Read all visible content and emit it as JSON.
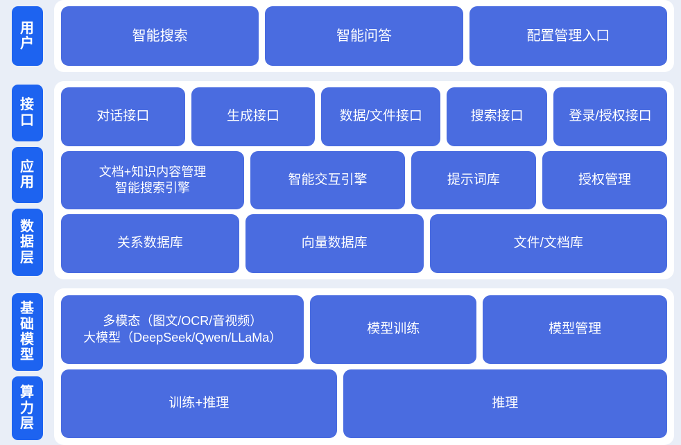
{
  "colors": {
    "background": "#e9eef7",
    "card": "#ffffff",
    "tag": "#1d63f0",
    "box": "#4a6ce0",
    "text": "#ffffff"
  },
  "bands": [
    {
      "id": "user",
      "tags": [
        {
          "name": "tag-user",
          "lines": [
            "用",
            "户"
          ]
        }
      ],
      "rows": [
        {
          "name": "user-entry-row",
          "boxes": [
            {
              "label": "智能搜索"
            },
            {
              "label": "智能问答"
            },
            {
              "label": "配置管理入口"
            }
          ]
        }
      ]
    },
    {
      "id": "platform",
      "tags": [
        {
          "name": "tag-interface",
          "lines": [
            "接",
            "口"
          ]
        },
        {
          "name": "tag-application",
          "lines": [
            "应",
            "用"
          ]
        },
        {
          "name": "tag-data-layer",
          "lines": [
            "数",
            "据",
            "层"
          ]
        }
      ],
      "rows": [
        {
          "name": "interface-row",
          "boxes": [
            {
              "label": "对话接口"
            },
            {
              "label": "生成接口"
            },
            {
              "label": "数据/文件接口"
            },
            {
              "label": "搜索接口"
            },
            {
              "label": "登录/授权接口"
            }
          ]
        },
        {
          "name": "application-row",
          "boxes": [
            {
              "label": "文档+知识内容管理\n智能搜索引擎"
            },
            {
              "label": "智能交互引擎"
            },
            {
              "label": "提示词库"
            },
            {
              "label": "授权管理"
            }
          ]
        },
        {
          "name": "data-layer-row",
          "boxes": [
            {
              "label": "关系数据库"
            },
            {
              "label": "向量数据库"
            },
            {
              "label": "文件/文档库"
            }
          ]
        }
      ]
    },
    {
      "id": "foundation",
      "tags": [
        {
          "name": "tag-foundation-model",
          "lines": [
            "基",
            "础",
            "模",
            "型"
          ]
        },
        {
          "name": "tag-compute-layer",
          "lines": [
            "算",
            "力",
            "层"
          ]
        }
      ],
      "rows": [
        {
          "name": "foundation-model-row",
          "boxes": [
            {
              "label": "多模态（图文/OCR/音视频）\n大模型（DeepSeek/Qwen/LLaMa）"
            },
            {
              "label": "模型训练"
            },
            {
              "label": "模型管理"
            }
          ]
        },
        {
          "name": "compute-layer-row",
          "boxes": [
            {
              "label": "训练+推理"
            },
            {
              "label": "推理"
            }
          ]
        }
      ]
    }
  ]
}
